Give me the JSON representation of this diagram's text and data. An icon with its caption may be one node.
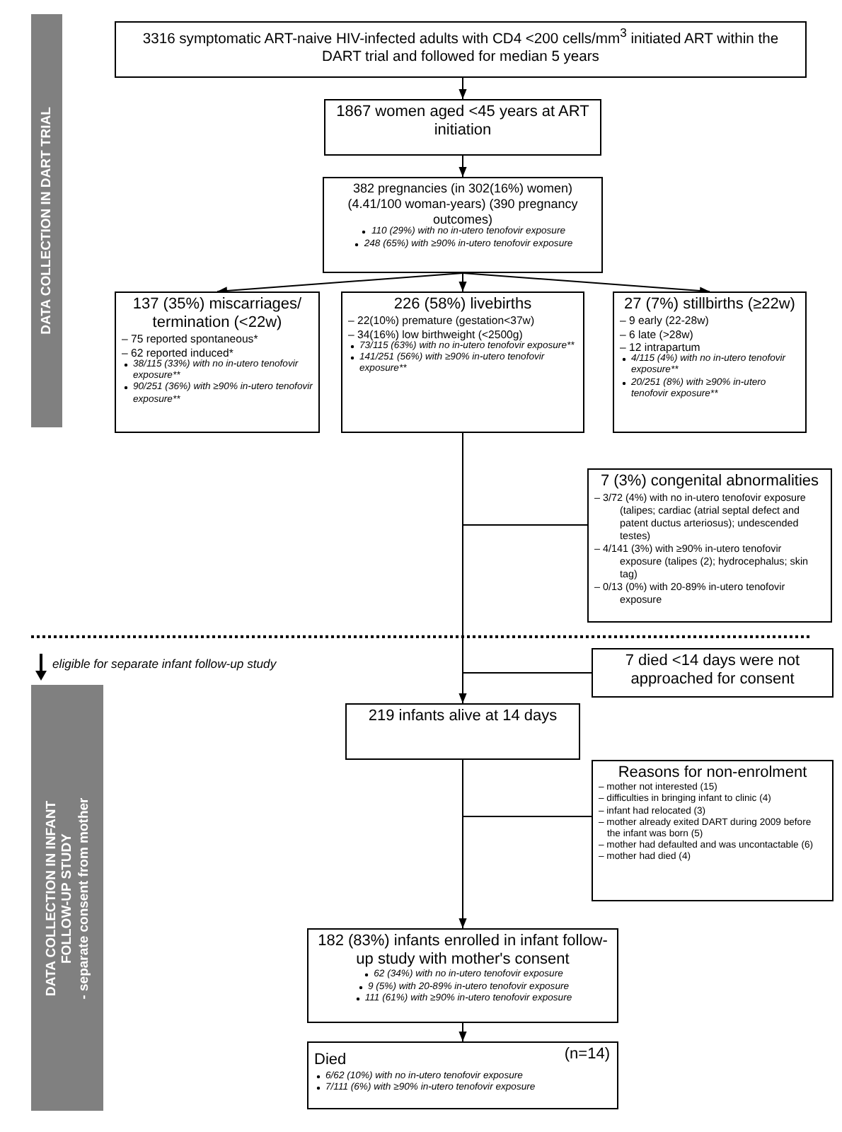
{
  "diagram": {
    "nodes": [
      {
        "text": [
          "DATA COLLECTION IN DART TRIAL"
        ]
      },
      {
        "text": [
          "3316 symptomatic ART-naive HIV-infected adults with CD4 <200 cells/mm$^{3}$ initiated ART within the DART trial and followed for median 5 years"
        ]
      },
      {
        "text": [
          "1867 women aged <45 years at ART initiation"
        ]
      },
      {
        "text": [
          "382 pregnancies (in 302(16%) women) (4.41/100 woman-years) (390 pregnancy outcomes)",
          "110 (29%) with no in-utero tenofovir exposure",
          "248 (65%) with ≥90% in-utero tenofovir exposure"
        ]
      },
      {
        "text": [
          "137 (35%) miscarriages/ termination (<22w)",
          "– 75 reported spontaneous*",
          "– 62 reported induced*",
          "38/115 (33%) with no in-utero tenofovir exposure**",
          "90/251 (36%) with ≥90% in-utero tenofovir exposure**"
        ]
      },
      {
        "text": [
          "226 (58%) livebirths",
          "– 22(10%) premature (gestation<37w)",
          "– 34(16%) low birthweight (<2500g)",
          "73/115 (63%) with no in-utero tenofovir exposure**",
          "141/251 (56%) with ≥90% in-utero tenofovir exposure**"
        ]
      },
      {
        "text": [
          "27 (7%) stillbirths (≥22w)",
          "– 9 early (22-28w)",
          "– 6 late (>28w)",
          "– 12 intrapartum",
          "4/115 (4%) with no in-utero tenofovir exposure**",
          "20/251 (8%) with ≥90% in-utero tenofovir exposure**"
        ]
      },
      {
        "text": [
          "7 (3%) congenital abnormalities",
          "– 3/72 (4%) with no in-utero tenofovir exposure (talipes; cardiac (atrial septal defect and patent ductus arteriosus); undescended testes)",
          "– 4/141 (3%) with ≥90% in-utero tenofovir exposure (talipes (2); hydrocephalus; skin tag)",
          "– 0/13 (0%) with 20-89% in-utero tenofovir exposure"
        ]
      },
      {
        "text": [
          "DATA COLLECTION IN INFANT FOLLOW-UP STUDY",
          "- separate consent from mother"
        ]
      },
      {
        "text": [
          "7 died <14 days were not approached for consent"
        ]
      },
      {
        "text": [
          "219 infants alive at 14 days"
        ]
      },
      {
        "text": [
          "Reasons for non-enrolment",
          "– mother not interested (15)",
          "– difficulties in bringing infant to clinic (4)",
          "– infant had relocated (3)",
          "– mother already exited DART during 2009 before the infant was born (5)",
          "– mother had defaulted and was uncontactable (6)",
          "– mother had died (4)"
        ]
      },
      {
        "text": [
          "182 (83%) infants enrolled in infant follow-up study with mother's consent",
          "62 (34%) with no in-utero tenofovir exposure",
          "9 (5%) with 20-89% in-utero tenofovir exposure",
          "111 (61%) with ≥90% in-utero tenofovir exposure"
        ]
      },
      {
        "text": [
          "Died",
          "(n=14)",
          "6/62 (10%) with no in-utero tenofovir exposure",
          "7/111 (6%) with ≥90% in-utero tenofovir exposure"
        ]
      }
    ],
    "edges": [
      {
        "from": 1,
        "to": 2,
        "arrow": "to"
      },
      {
        "from": 2,
        "to": 3,
        "arrow": "to"
      },
      {
        "from": 3,
        "to": 4,
        "arrow": "to"
      },
      {
        "from": 3,
        "to": 5,
        "arrow": "to"
      },
      {
        "from": 3,
        "to": 6,
        "arrow": "to"
      },
      {
        "from": 5,
        "to": 10,
        "arrow": "to"
      },
      {
        "from": 5,
        "to": 7,
        "arrow": "none"
      },
      {
        "from": 5,
        "to": 9,
        "arrow": "none"
      },
      {
        "from": 10,
        "to": 11,
        "arrow": "none"
      },
      {
        "from": 10,
        "to": 12,
        "arrow": "to"
      },
      {
        "from": 12,
        "to": 13,
        "arrow": "to"
      }
    ],
    "labels": [
      "eligible for separate infant follow-up study"
    ]
  }
}
